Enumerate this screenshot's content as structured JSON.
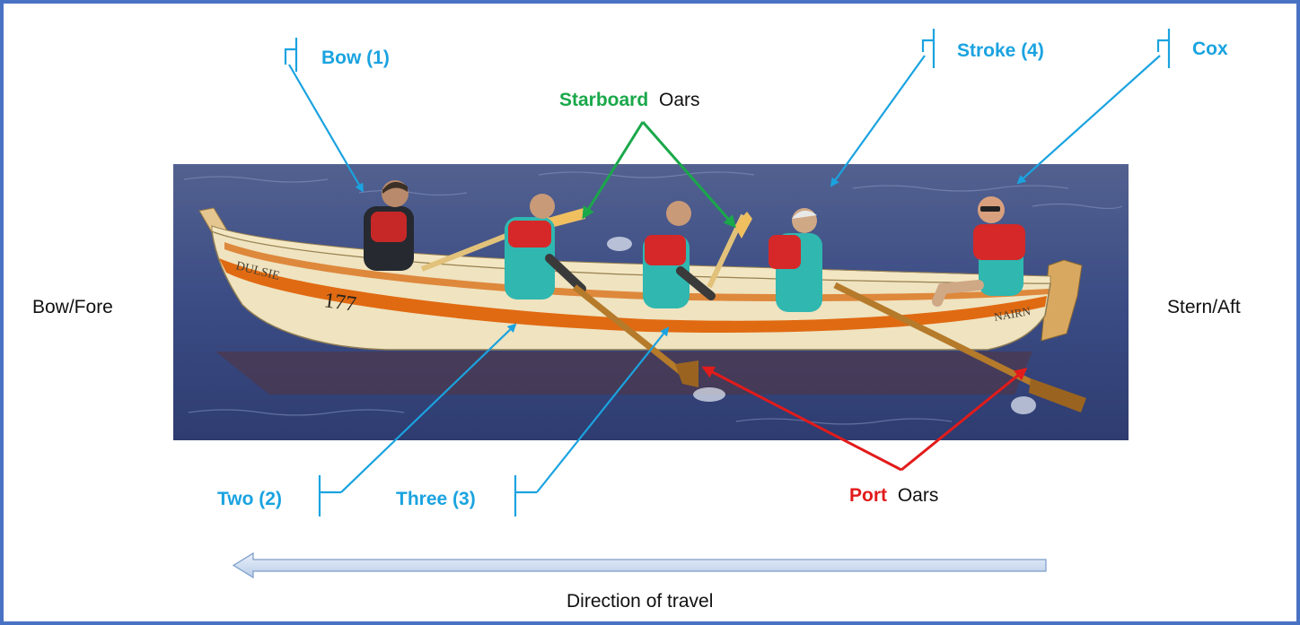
{
  "labels": {
    "bow_seat": "Bow (1)",
    "stroke_seat": "Stroke (4)",
    "cox": "Cox",
    "seat_two": "Two (2)",
    "seat_three": "Three (3)",
    "starboard_word": "Starboard",
    "oars_word": "Oars",
    "port_word": "Port",
    "bow_fore": "Bow/Fore",
    "stern_aft": "Stern/Aft",
    "direction": "Direction of travel"
  },
  "boat": {
    "name_bow": "DULSIE",
    "number": "177",
    "name_stern": "NAIRN"
  },
  "colors": {
    "border": "#4a72c4",
    "seat_labels": "#1aa3e0",
    "starboard": "#1aa84a",
    "port": "#e21b1b",
    "water": "#3c4f86",
    "hull_stripe": "#e06a12",
    "rower_shirt": "#2fb7b0",
    "life_jacket": "#d62828"
  }
}
